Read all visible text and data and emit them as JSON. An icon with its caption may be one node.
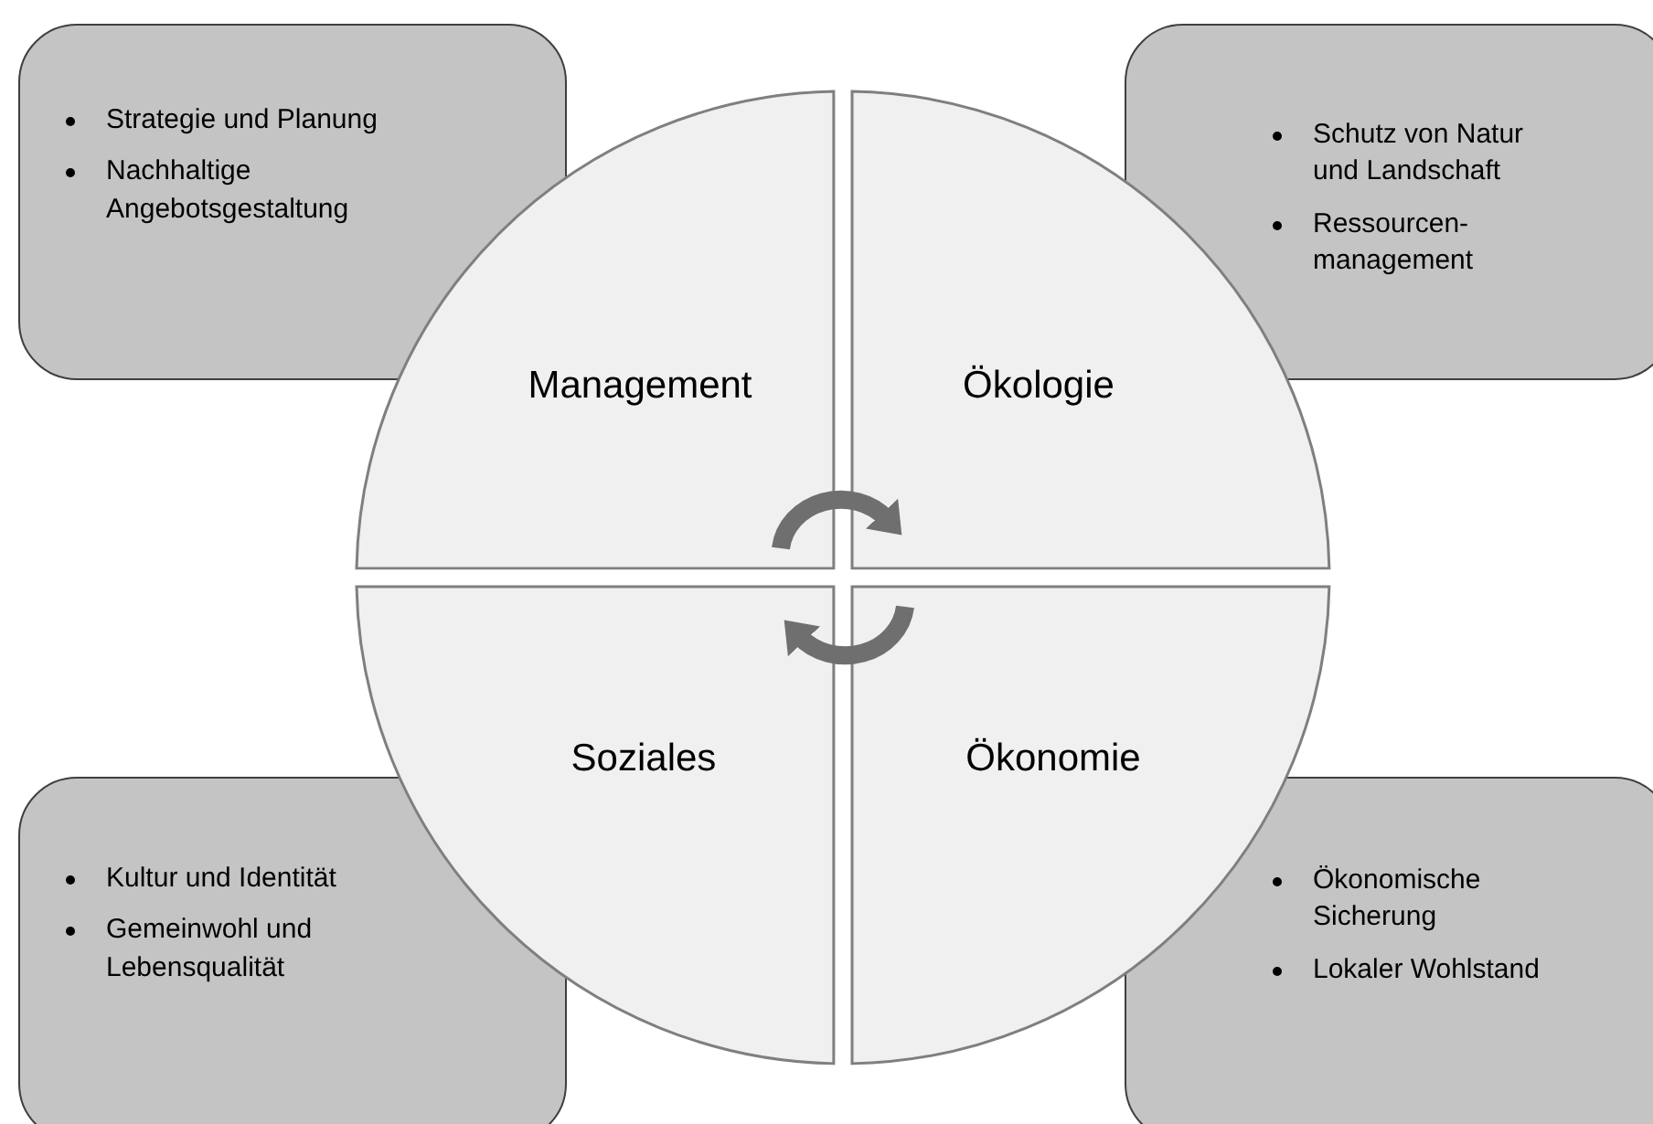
{
  "diagram": {
    "nodes": [
      {
        "text": [
          "Strategie und Planung",
          "Nachhaltige Angebotsgestaltung"
        ]
      },
      {
        "text": [
          "Schutz von Natur und Landschaft",
          "Ressourcen-management"
        ]
      },
      {
        "text": [
          "Kultur und Identität",
          "Gemeinwohl und Lebensqualität"
        ]
      },
      {
        "text": [
          "Ökonomische Sicherung",
          "Lokaler Wohlstand"
        ]
      },
      {
        "text": [
          "Management"
        ]
      },
      {
        "text": [
          "Ökologie"
        ]
      },
      {
        "text": [
          "Soziales"
        ]
      },
      {
        "text": [
          "Ökonomie"
        ]
      }
    ],
    "edges": [
      {
        "from": 4,
        "to": 5,
        "arrow": "to"
      },
      {
        "from": 7,
        "to": 6,
        "arrow": "to"
      }
    ]
  }
}
